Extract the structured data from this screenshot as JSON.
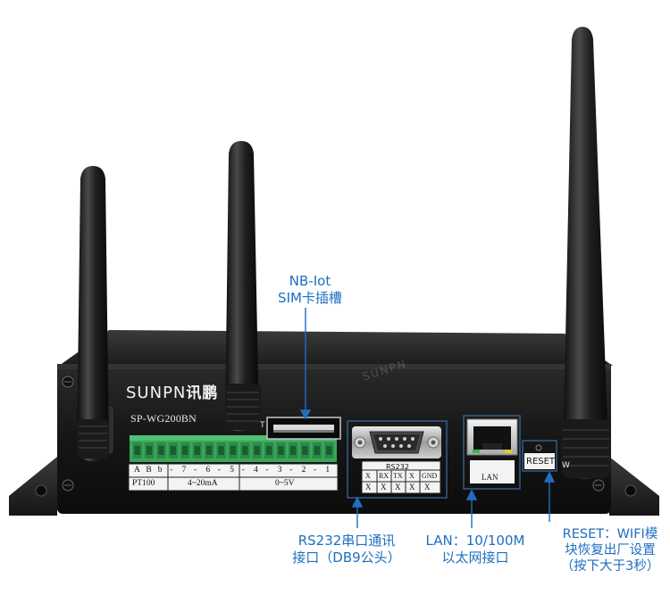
{
  "device": {
    "brand_latin": "SUNPN",
    "brand_cn": "讯鹏",
    "model": "SP-WG200BN",
    "watermark": "SUNPN",
    "sim_slot_letter": "T",
    "terminal_top_labels": [
      "A",
      "B",
      "b",
      "-",
      "7",
      "-",
      "6",
      "-",
      "5",
      "-",
      "4",
      "-",
      "3",
      "-",
      "2",
      "-",
      "1"
    ],
    "terminal_bottom_labels": [
      "PT100",
      "4~20mA",
      "0~5V"
    ],
    "rs232_title": "RS232",
    "rs232_pins": [
      "X",
      "RX",
      "TX",
      "X",
      "GND"
    ],
    "rs232_marks": [
      "X",
      "X",
      "X",
      "X",
      "X"
    ],
    "lan_label": "LAN",
    "reset_label": "RESET",
    "wifi_letter": "W"
  },
  "callouts": {
    "sim": [
      "NB-Iot",
      "SIM卡插槽"
    ],
    "rs232": [
      "RS232串口通讯",
      "接口（DB9公头）"
    ],
    "lan": [
      "LAN：10/100M",
      "以太网接口"
    ],
    "reset": [
      "RESET：WIFI模",
      "块恢复出厂设置",
      "（按下大于3秒）"
    ]
  },
  "colors": {
    "callout_blue": "#1f6fc0",
    "chassis": "#1b1b1b",
    "terminal_green": "#3aa65a",
    "label_plate": "#f3f3f3"
  }
}
